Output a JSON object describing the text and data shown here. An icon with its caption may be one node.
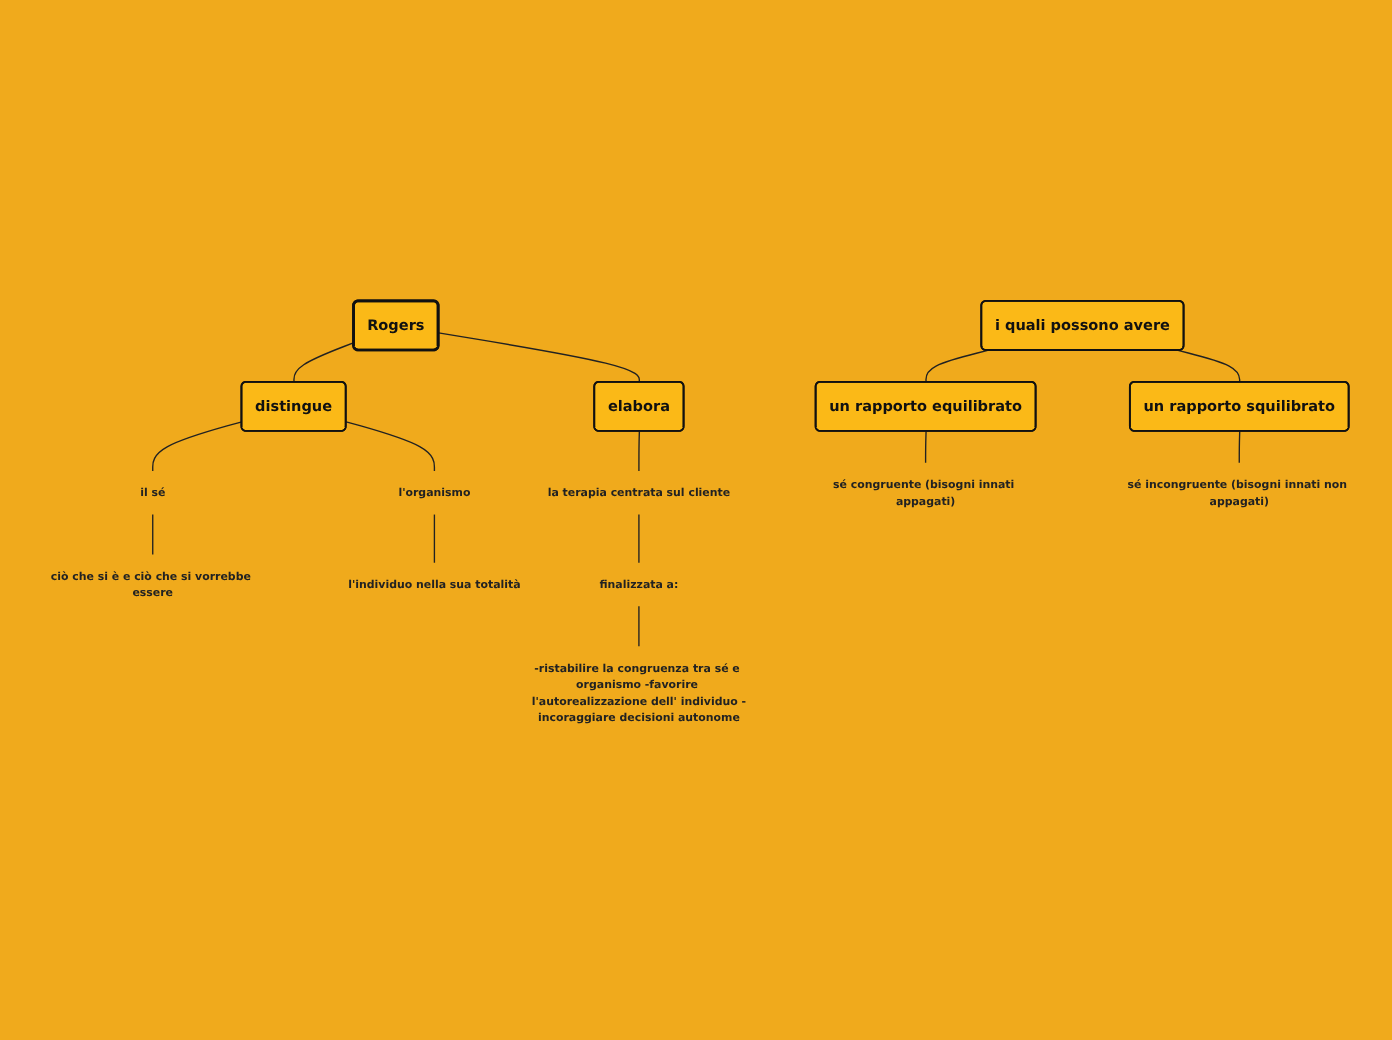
{
  "diagram": {
    "nodes": [
      {
        "text": [
          "Rogers"
        ]
      },
      {
        "text": [
          "distingue"
        ]
      },
      {
        "text": [
          "elabora"
        ]
      },
      {
        "text": [
          "il sé"
        ]
      },
      {
        "text": [
          "l'organismo"
        ]
      },
      {
        "text": [
          "ciò che si è e ciò che si vorrebbe essere"
        ]
      },
      {
        "text": [
          "l'individuo nella sua totalità"
        ]
      },
      {
        "text": [
          "la terapia centrata sul cliente"
        ]
      },
      {
        "text": [
          "finalizzata a:"
        ]
      },
      {
        "text": [
          "-ristabilire la congruenza tra sé e organismo -favorire l'autorealizzazione dell' individuo -incoraggiare decisioni autonome"
        ]
      },
      {
        "text": [
          "i quali possono avere"
        ]
      },
      {
        "text": [
          "un rapporto equilibrato"
        ]
      },
      {
        "text": [
          "un rapporto squilibrato"
        ]
      },
      {
        "text": [
          "sé congruente (bisogni innati appagati)"
        ]
      },
      {
        "text": [
          "sé incongruente (bisogni innati non appagati)"
        ]
      }
    ],
    "edges": [
      {
        "from": 0,
        "to": 1,
        "arrow": "none"
      },
      {
        "from": 0,
        "to": 2,
        "arrow": "none"
      },
      {
        "from": 1,
        "to": 3,
        "arrow": "none"
      },
      {
        "from": 1,
        "to": 4,
        "arrow": "none"
      },
      {
        "from": 3,
        "to": 5,
        "arrow": "none"
      },
      {
        "from": 4,
        "to": 6,
        "arrow": "none"
      },
      {
        "from": 2,
        "to": 7,
        "arrow": "none"
      },
      {
        "from": 7,
        "to": 8,
        "arrow": "none"
      },
      {
        "from": 8,
        "to": 9,
        "arrow": "none"
      },
      {
        "from": 10,
        "to": 11,
        "arrow": "none"
      },
      {
        "from": 10,
        "to": 12,
        "arrow": "none"
      },
      {
        "from": 11,
        "to": 13,
        "arrow": "none"
      },
      {
        "from": 12,
        "to": 14,
        "arrow": "none"
      }
    ]
  }
}
